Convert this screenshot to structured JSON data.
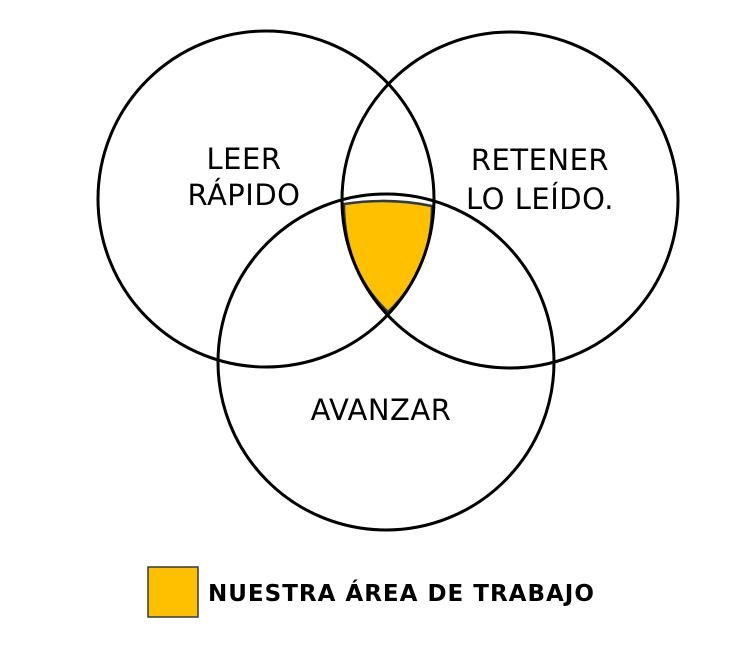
{
  "venn": {
    "sets": [
      {
        "label_lines": [
          "LEER",
          "RÁPIDO"
        ]
      },
      {
        "label_lines": [
          "RETENER",
          "LO LEÍDO."
        ]
      },
      {
        "label_lines": [
          "AVANZAR"
        ]
      }
    ],
    "highlight_color": "#ffc000",
    "outline_color": "#000000"
  },
  "legend": {
    "text": "NUESTRA ÁREA DE TRABAJO",
    "swatch_color": "#ffc000"
  }
}
